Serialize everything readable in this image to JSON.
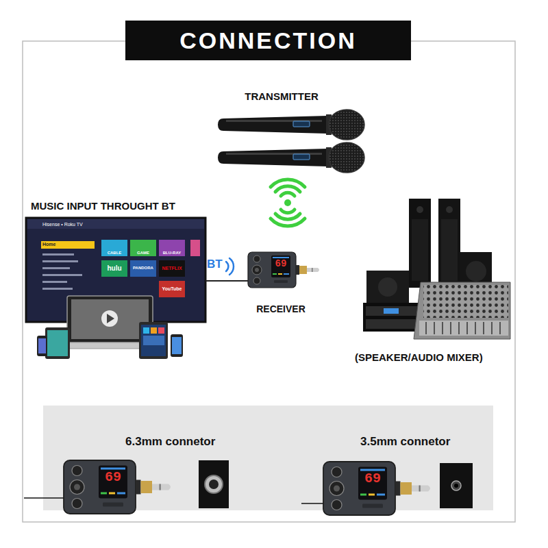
{
  "diagram": {
    "title": "CONNECTION",
    "nodes": [
      {
        "text": [
          "TRANSMITTER"
        ]
      },
      {
        "text": [
          "MUSIC INPUT THROUGHT BT"
        ]
      },
      {
        "text": [
          "RECEIVER"
        ]
      },
      {
        "text": [
          "(SPEAKER/AUDIO MIXER)"
        ]
      },
      {
        "text": [
          "6.3mm connetor"
        ]
      },
      {
        "text": [
          "3.5mm connetor"
        ]
      }
    ],
    "edges": [
      {
        "from": 1,
        "to": 2,
        "label": "BT",
        "arrow": "none"
      }
    ],
    "labels": [
      "Hisense • Roku TV",
      "Home",
      "CABLE",
      "GAME",
      "BLU-RAY",
      "hulu",
      "PANDORA",
      "NETFLIX",
      "YouTube",
      "69",
      "69",
      "69"
    ]
  }
}
